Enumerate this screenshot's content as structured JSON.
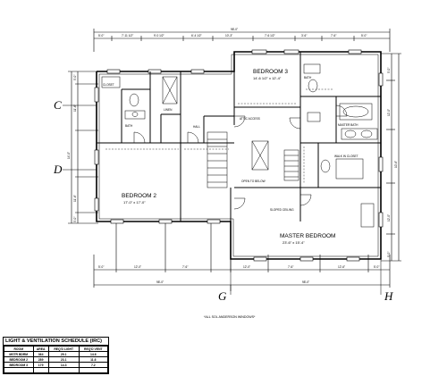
{
  "plan": {
    "overall_top": "98'-0\"",
    "overall_bottom": "98'-0\"",
    "dims_top": [
      "5'-0\"",
      "7'-11 1/2\"",
      "9'-0 1/2\"",
      "6'-4 1/2\"",
      "10'-3\"",
      "7'-6 1/2\"",
      "3'-6\"",
      "7'-6\"",
      "5'-0\""
    ],
    "dims_bottom": [
      "5'-0\"",
      "12'-0\"",
      "7'-6\"",
      "12'-0\"",
      "7'-6\"",
      "12'-6\"",
      "5'-0\""
    ],
    "dims_left": [
      "5'-0\"",
      "11'-6\"",
      "14'-0\"",
      "11'-6\"",
      "5'-0\""
    ],
    "dims_right": [
      "5'-0\"",
      "12'-0\"",
      "10'-6\"",
      "12'-0\"",
      "5'-0\""
    ],
    "grid": {
      "c": "C",
      "d": "D",
      "g": "G",
      "h": "H"
    },
    "rooms": {
      "bedroom3": {
        "name": "BEDROOM 3",
        "size": "14'-6 1/2\" x 12'-4\""
      },
      "bedroom2": {
        "name": "BEDROOM 2",
        "size": "17'-0\" x 17'-0\""
      },
      "master": {
        "name": "MASTER BEDROOM",
        "size": "23'-6\" x 15'-4\""
      }
    },
    "notes": {
      "closet": "CLOSET",
      "linen": "LINEN",
      "bath": "BATH",
      "master_bath": "MASTER BATH",
      "wic": "WALK IN CLOSET",
      "hall": "HALL",
      "attic": "ATTIC ACCESS",
      "sloped": "SLOPED CEILING",
      "open_below": "OPEN TO BELOW"
    },
    "footnote": "*ALL SOL ANDERSON WINDOWS*"
  },
  "schedule": {
    "title": "LIGHT & VENTILATION SCHEDULE (IRC)",
    "columns": [
      "ROOM",
      "AREA",
      "REQ'D LIGHT",
      "REQ'D VENT"
    ],
    "rows": [
      [
        "MSTR BDRM",
        "364",
        "29.1",
        "14.6"
      ],
      [
        "BEDROOM 2",
        "289",
        "23.1",
        "11.6"
      ],
      [
        "BEDROOM 3",
        "179",
        "14.3",
        "7.2"
      ],
      [
        "",
        "",
        "",
        ""
      ]
    ]
  }
}
